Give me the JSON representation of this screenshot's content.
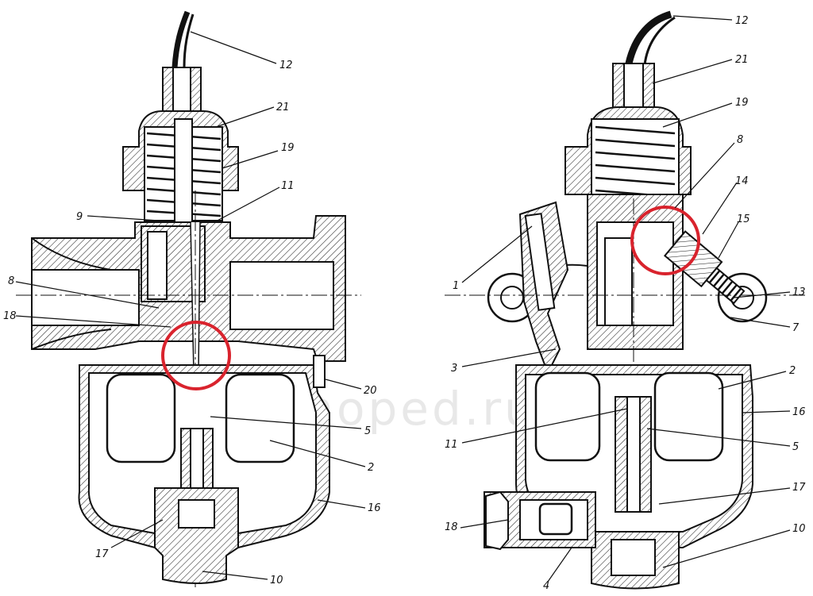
{
  "watermark": "ddrmoped.ru",
  "left_view": {
    "callouts": [
      {
        "id": "12",
        "text": "12"
      },
      {
        "id": "21",
        "text": "21"
      },
      {
        "id": "19",
        "text": "19"
      },
      {
        "id": "11",
        "text": "11"
      },
      {
        "id": "9",
        "text": "9"
      },
      {
        "id": "8",
        "text": "8"
      },
      {
        "id": "18",
        "text": "18"
      },
      {
        "id": "20",
        "text": "20"
      },
      {
        "id": "5",
        "text": "5"
      },
      {
        "id": "2",
        "text": "2"
      },
      {
        "id": "16",
        "text": "16"
      },
      {
        "id": "17",
        "text": "17"
      },
      {
        "id": "10",
        "text": "10"
      }
    ]
  },
  "right_view": {
    "callouts": [
      {
        "id": "12",
        "text": "12"
      },
      {
        "id": "21",
        "text": "21"
      },
      {
        "id": "19",
        "text": "19"
      },
      {
        "id": "8",
        "text": "8"
      },
      {
        "id": "14",
        "text": "14"
      },
      {
        "id": "15",
        "text": "15"
      },
      {
        "id": "1",
        "text": "1"
      },
      {
        "id": "13",
        "text": "13"
      },
      {
        "id": "7",
        "text": "7"
      },
      {
        "id": "3",
        "text": "3"
      },
      {
        "id": "2",
        "text": "2"
      },
      {
        "id": "16",
        "text": "16"
      },
      {
        "id": "11",
        "text": "11"
      },
      {
        "id": "5",
        "text": "5"
      },
      {
        "id": "17",
        "text": "17"
      },
      {
        "id": "18",
        "text": "18"
      },
      {
        "id": "10",
        "text": "10"
      },
      {
        "id": "4",
        "text": "4"
      }
    ]
  },
  "highlight_color": "#d9232d"
}
